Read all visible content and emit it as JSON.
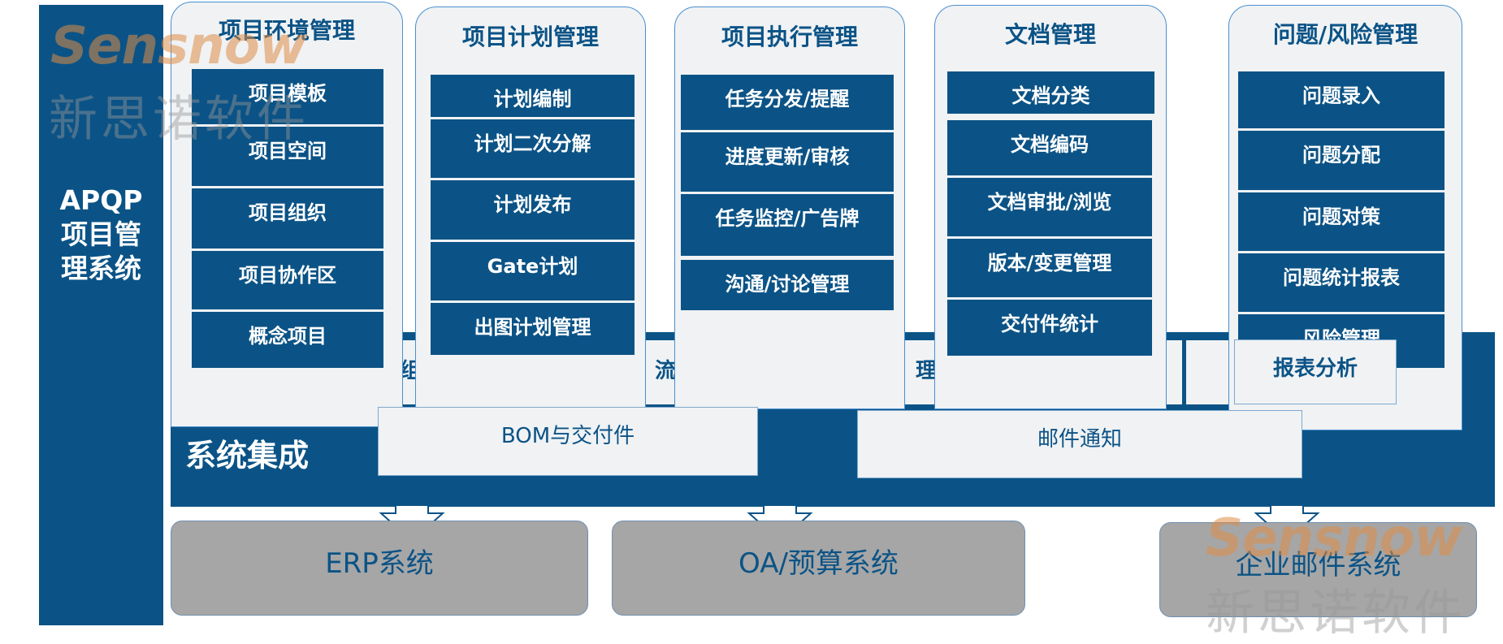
{
  "left_bar": {
    "line1": "APQP",
    "line2": "项目管",
    "line3": "理系统"
  },
  "columns": [
    {
      "title": "项目环境管理",
      "items": [
        "项目模板",
        "项目空间",
        "项目组织",
        "项目协作区",
        "概念项目"
      ]
    },
    {
      "title": "项目计划管理",
      "items": [
        "计划编制",
        "计划二次分解",
        "计划发布",
        "Gate计划",
        "出图计划管理"
      ]
    },
    {
      "title": "项目执行管理",
      "items": [
        "任务分发/提醒",
        "进度更新/审核",
        "任务监控/广告牌",
        "沟通/讨论管理"
      ]
    },
    {
      "title": "文档管理",
      "items": [
        "文档分类",
        "文档编码",
        "文档审批/浏览",
        "版本/变更管理",
        "交付件统计"
      ]
    },
    {
      "title": "问题/风险管理",
      "items": [
        "问题录入",
        "问题分配",
        "问题对策",
        "问题统计报表",
        "风险管理"
      ]
    }
  ],
  "hidden_strip": {
    "frag1": "组",
    "frag2": "流",
    "frag3": "理"
  },
  "report_box": "报表分析",
  "integration": {
    "label": "系统集成",
    "bom": "BOM与交付件",
    "mail": "邮件通知"
  },
  "external": [
    "ERP系统",
    "OA/预算系统",
    "企业邮件系统"
  ],
  "watermark": {
    "brand": "Sensnow",
    "cn": "新思诺软件"
  },
  "colors": {
    "primary": "#0b5386",
    "panel": "#f0f2f4",
    "external": "#a6a6a6"
  }
}
